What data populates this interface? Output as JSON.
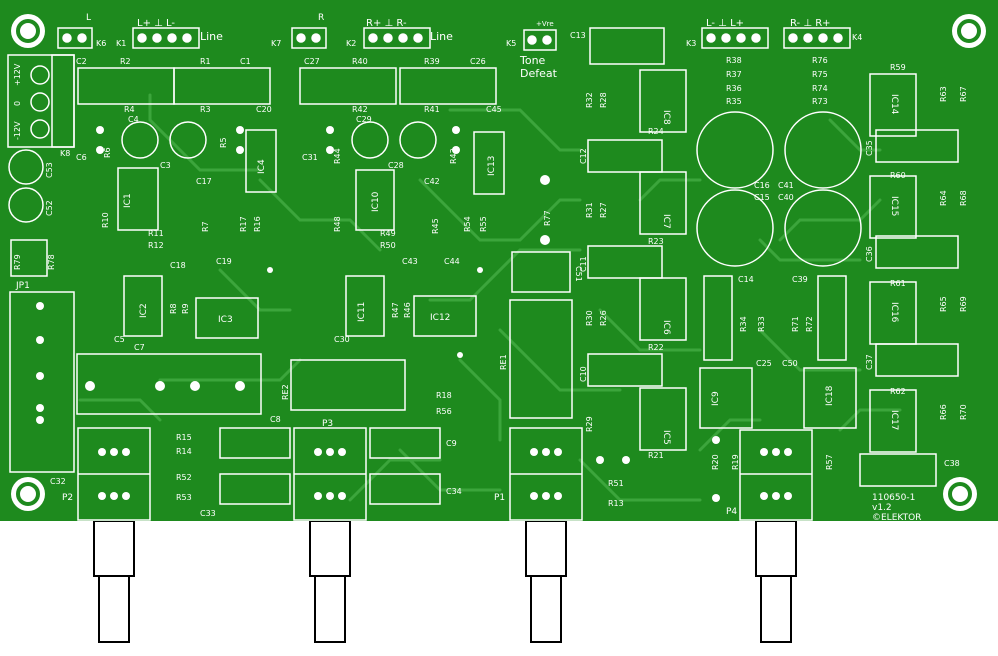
{
  "colors": {
    "board": "#1e8a1e",
    "copper": "#3ca53c",
    "silk": "#ffffff",
    "background": "#ffffff"
  },
  "board_labels": {
    "k6": "K6",
    "k1": "K1",
    "k7": "K7",
    "k2": "K2",
    "k5": "K5",
    "k3": "K3",
    "k4": "K4",
    "k8": "K8",
    "k6_l": "L",
    "k7_r": "R",
    "line1": "Line",
    "line2": "Line",
    "k1_pins": "L+ ⊥ L-",
    "k2_pins": "R+ ⊥ R-",
    "k3_pins": "L- ⊥ L+",
    "k4_pins": "R- ⊥ R+",
    "vre": "+Vre",
    "tone": "Tone",
    "defeat": "Defeat",
    "k8_pin1": "+12V",
    "k8_pin2": "0",
    "k8_pin3": "-12V",
    "jp1": "JP1",
    "p1": "P1",
    "p2": "P2",
    "p3": "P3",
    "p4": "P4",
    "re1": "RE1",
    "re2": "RE2",
    "id": "110650-1",
    "ver": "v1.2",
    "copy": "©ELEKTOR"
  },
  "parts": {
    "ic1": "IC1",
    "ic2": "IC2",
    "ic3": "IC3",
    "ic4": "IC4",
    "ic5": "IC5",
    "ic6": "IC6",
    "ic7": "IC7",
    "ic8": "IC8",
    "ic9": "IC9",
    "ic10": "IC10",
    "ic11": "IC11",
    "ic12": "IC12",
    "ic13": "IC13",
    "ic14": "IC14",
    "ic15": "IC15",
    "ic16": "IC16",
    "ic17": "IC17",
    "ic18": "IC18",
    "r1": "R1",
    "r2": "R2",
    "r3": "R3",
    "r4": "R4",
    "r5": "R5",
    "r6": "R6",
    "r7": "R7",
    "r8": "R8",
    "r9": "R9",
    "r10": "R10",
    "r11": "R11",
    "r12": "R12",
    "r13": "R13",
    "r14": "R14",
    "r15": "R15",
    "r16": "R16",
    "r17": "R17",
    "r18": "R18",
    "r19": "R19",
    "r20": "R20",
    "r21": "R21",
    "r22": "R22",
    "r23": "R23",
    "r24": "R24",
    "r26": "R26",
    "r27": "R27",
    "r28": "R28",
    "r29": "R29",
    "r30": "R30",
    "r31": "R31",
    "r32": "R32",
    "r33": "R33",
    "r34": "R34",
    "r35": "R35",
    "r36": "R36",
    "r37": "R37",
    "r38": "R38",
    "r39": "R39",
    "r40": "R40",
    "r41": "R41",
    "r42": "R42",
    "r43": "R43",
    "r44": "R44",
    "r45": "R45",
    "r46": "R46",
    "r47": "R47",
    "r48": "R48",
    "r49": "R49",
    "r50": "R50",
    "r51": "R51",
    "r52": "R52",
    "r53": "R53",
    "r54": "R54",
    "r55": "R55",
    "r56": "R56",
    "r57": "R57",
    "r59": "R59",
    "r60": "R60",
    "r61": "R61",
    "r62": "R62",
    "r63": "R63",
    "r64": "R64",
    "r65": "R65",
    "r66": "R66",
    "r67": "R67",
    "r68": "R68",
    "r69": "R69",
    "r70": "R70",
    "r71": "R71",
    "r72": "R72",
    "r73": "R73",
    "r74": "R74",
    "r75": "R75",
    "r76": "R76",
    "r77": "R77",
    "r78": "R78",
    "r79": "R79",
    "c1": "C1",
    "c2": "C2",
    "c3": "C3",
    "c4": "C4",
    "c5": "C5",
    "c6": "C6",
    "c7": "C7",
    "c8": "C8",
    "c9": "C9",
    "c10": "C10",
    "c11": "C11",
    "c12": "C12",
    "c13": "C13",
    "c14": "C14",
    "c15": "C15",
    "c16": "C16",
    "c17": "C17",
    "c18": "C18",
    "c19": "C19",
    "c20": "C20",
    "c25": "C25",
    "c26": "C26",
    "c27": "C27",
    "c28": "C28",
    "c29": "C29",
    "c30": "C30",
    "c31": "C31",
    "c32": "C32",
    "c33": "C33",
    "c34": "C34",
    "c35": "C35",
    "c36": "C36",
    "c37": "C37",
    "c38": "C38",
    "c39": "C39",
    "c40": "C40",
    "c41": "C41",
    "c42": "C42",
    "c43": "C43",
    "c44": "C44",
    "c45": "C45",
    "c50": "C50",
    "c51": "C51",
    "c52": "C52",
    "c53": "C53"
  }
}
